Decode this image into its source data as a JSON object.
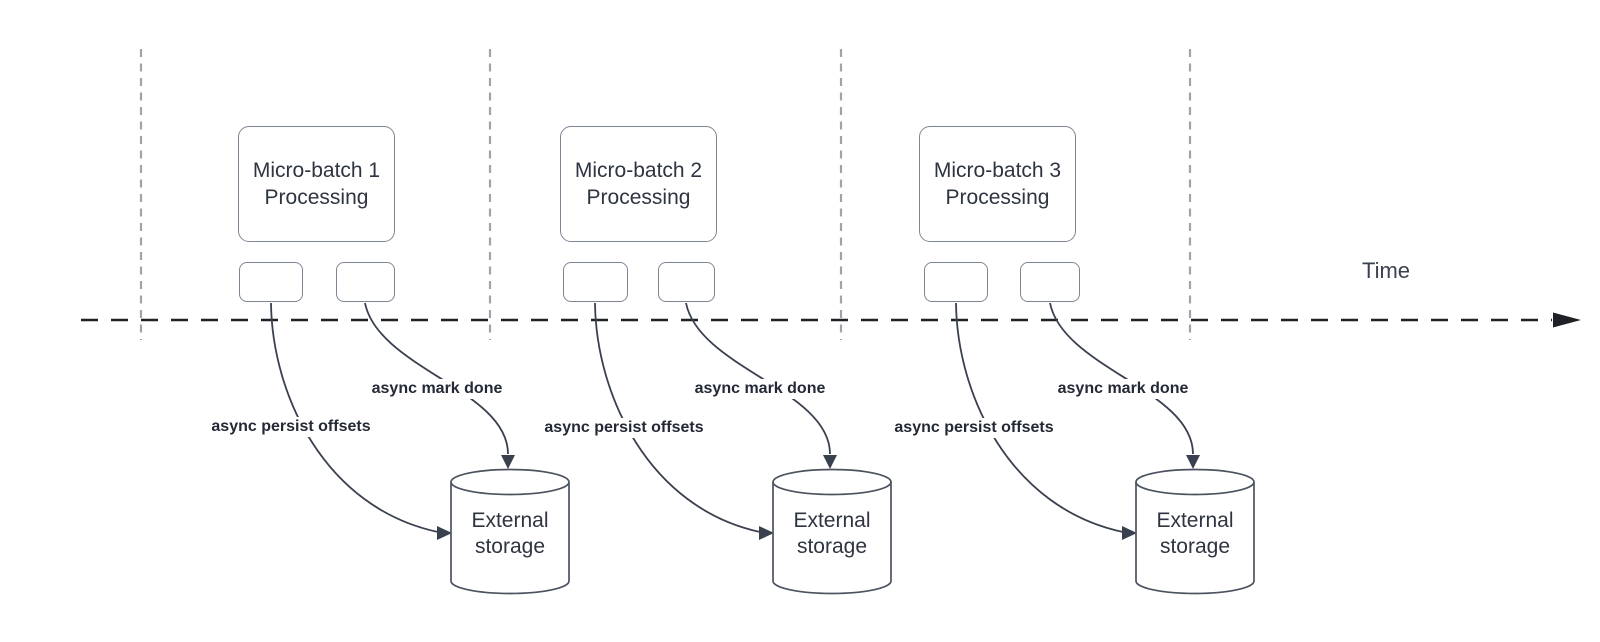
{
  "time_axis": {
    "label": "Time"
  },
  "batches": [
    {
      "name": "Micro-batch 1 Processing",
      "persist_label": "async persist offsets",
      "done_label": "async mark done",
      "storage_label": "External storage"
    },
    {
      "name": "Micro-batch 2 Processing",
      "persist_label": "async persist offsets",
      "done_label": "async mark done",
      "storage_label": "External storage"
    },
    {
      "name": "Micro-batch 3 Processing",
      "persist_label": "async persist offsets",
      "done_label": "async mark done",
      "storage_label": "External storage"
    }
  ],
  "colors": {
    "shape_stroke": "#7f8693",
    "cylinder_stroke": "#4b5260",
    "arrow_stroke": "#3a414e",
    "timeline_stroke": "#1e2126",
    "guide_stroke": "#a0a4aa",
    "text": "#2e3440",
    "label_text": "#232935",
    "background": "#ffffff"
  }
}
